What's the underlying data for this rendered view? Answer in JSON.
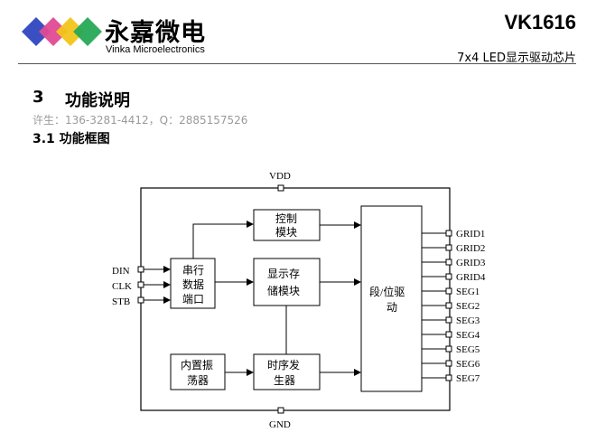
{
  "header": {
    "brand_cn": "永嘉微电",
    "brand_en": "Vinka Microelectronics",
    "chip_name": "VK1616",
    "subtitle": "7x4 LED显示驱动芯片",
    "logo_colors": [
      "#3a4fc2",
      "#e04a94",
      "#f2c51a",
      "#27a957"
    ]
  },
  "section": {
    "number": "3",
    "title": "功能说明",
    "contact": "许生：136-3281-4412，Q：2885157526",
    "subsection": "3.1  功能框图"
  },
  "diagram": {
    "power": {
      "vdd": "VDD",
      "gnd": "GND"
    },
    "inputs": [
      "DIN",
      "CLK",
      "STB"
    ],
    "blocks": {
      "serial_port": [
        "串行",
        "数据",
        "端口"
      ],
      "control": [
        "控制",
        "模块"
      ],
      "display_mem": [
        "显示存",
        "储模块"
      ],
      "oscillator": [
        "内置振",
        "荡器"
      ],
      "timing_gen": [
        "时序发",
        "生器"
      ],
      "driver": [
        "段/位驱",
        "动"
      ]
    },
    "outputs": [
      "GRID1",
      "GRID2",
      "GRID3",
      "GRID4",
      "SEG1",
      "SEG2",
      "SEG3",
      "SEG4",
      "SEG5",
      "SEG6",
      "SEG7"
    ]
  }
}
